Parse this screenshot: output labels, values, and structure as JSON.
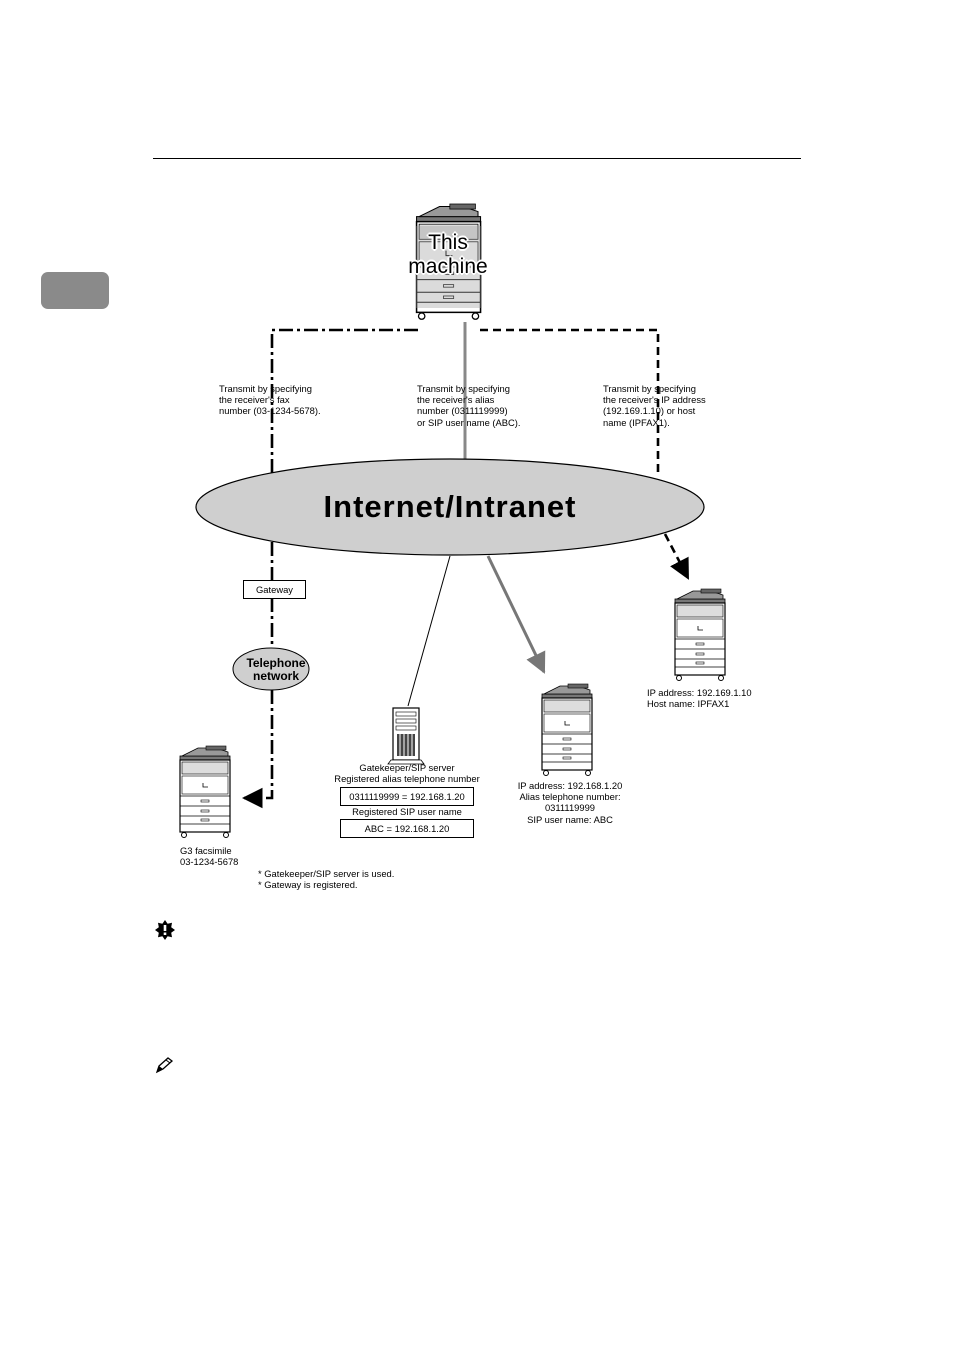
{
  "this_machine": {
    "label": "This\nmachine"
  },
  "network": {
    "label": "Internet/Intranet"
  },
  "telephone_network": {
    "label": "Telephone\nnetwork"
  },
  "gateway": {
    "label": "Gateway"
  },
  "routes": {
    "fax": "Transmit by specifying\nthe receiver's fax\nnumber (03-1234-5678).",
    "alias": "Transmit by specifying\nthe receiver's alias\nnumber (0311119999)\nor SIP user name (ABC).",
    "ip": "Transmit by specifying\nthe receiver's IP address\n(192.169.1.10) or host\nname (IPFAX1)."
  },
  "server": {
    "caption": "Gatekeeper/SIP server\nRegistered alias telephone number",
    "alias_entry": "0311119999 = 192.168.1.20",
    "sip_caption": "Registered SIP user name",
    "sip_entry": "ABC = 192.168.1.20"
  },
  "receiver_ip": {
    "caption": "IP address: 192.169.1.10\nHost name: IPFAX1"
  },
  "receiver_alias": {
    "caption": "IP address: 192.168.1.20\nAlias telephone number:\n0311119999\nSIP user name: ABC"
  },
  "g3_fax": {
    "caption": "G3 facsimile\n03-1234-5678"
  },
  "notes": "* Gatekeeper/SIP server is used.\n* Gateway is registered.",
  "icons": [
    "important-icon",
    "note-icon"
  ]
}
